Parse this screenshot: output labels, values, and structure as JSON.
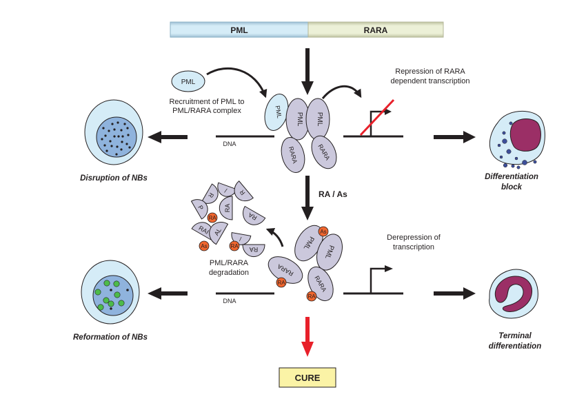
{
  "fusion_bar": {
    "left_label": "PML",
    "right_label": "RARA",
    "left_color": "#d5ecf7",
    "right_color": "#ecf0d7"
  },
  "top_section": {
    "free_pml_label": "PML",
    "recruitment_text_line1": "Recruitment of PML to",
    "recruitment_text_line2": "PML/RARA complex",
    "dna_label": "DNA",
    "complex_proteins": [
      "PML",
      "PML",
      "PML",
      "RARA",
      "RARA"
    ],
    "repression_text_line1": "Repression of RARA",
    "repression_text_line2": "dependent transcription",
    "left_outcome_line1": "Disruption of NBs",
    "right_outcome_line1": "Differentiation",
    "right_outcome_line2": "block"
  },
  "treatment_label": "RA / As",
  "bottom_section": {
    "degradation_text_line1": "PML/RARA",
    "degradation_text_line2": "degradation",
    "fragment_labels": [
      "R",
      "/",
      "R",
      "P",
      "RA",
      "RA",
      "RAI",
      "AL",
      "/",
      "RA"
    ],
    "ligand_labels": {
      "ra": "RA",
      "as": "As"
    },
    "dna_label": "DNA",
    "complex_proteins": [
      "PML",
      "PML",
      "RARA",
      "RARA"
    ],
    "derepression_text_line1": "Derepression of",
    "derepression_text_line2": "transcription",
    "left_outcome_line1": "Reformation of NBs",
    "right_outcome_line1": "Terminal",
    "right_outcome_line2": "differentiation"
  },
  "cure_label": "CURE",
  "colors": {
    "protein_fill": "#cbc8dc",
    "pml_free_fill": "#d5ecf7",
    "ligand_fill": "#f0662e",
    "cell_cytoplasm": "#d5ecf7",
    "nucleus_blue": "#8fb3dd",
    "nucleus_magenta": "#9b2f66",
    "granule_blue": "#3d4f9a",
    "nb_green": "#4dbb4a",
    "repression_red": "#e8202a",
    "cure_fill": "#fbf3a6",
    "cure_arrow": "#e8202a"
  }
}
